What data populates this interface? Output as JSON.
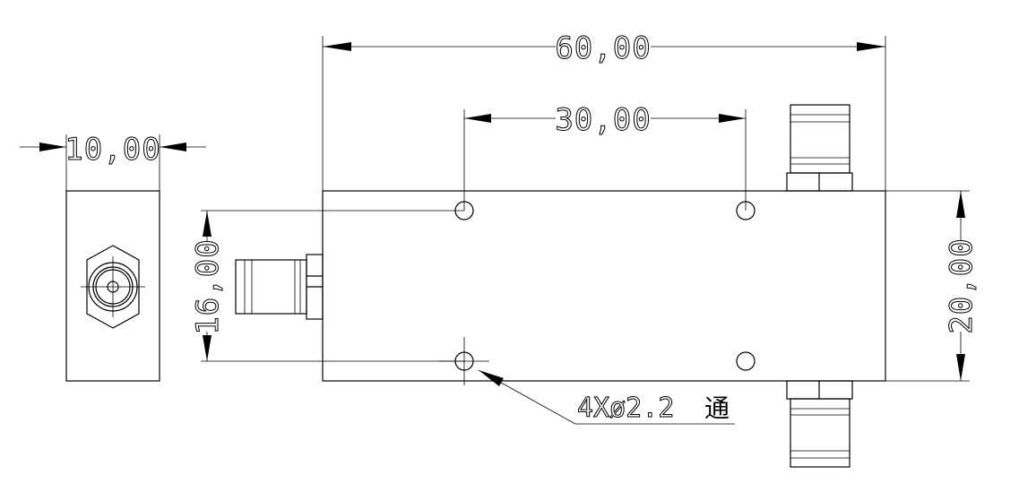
{
  "dimensions": {
    "overall_length": "60,00",
    "hole_spacing": "30,00",
    "side_width": "10,00",
    "hole_vertical": "16,00",
    "body_height": "20,00"
  },
  "note": {
    "prefix": "4Xø2.2",
    "suffix": "通"
  }
}
